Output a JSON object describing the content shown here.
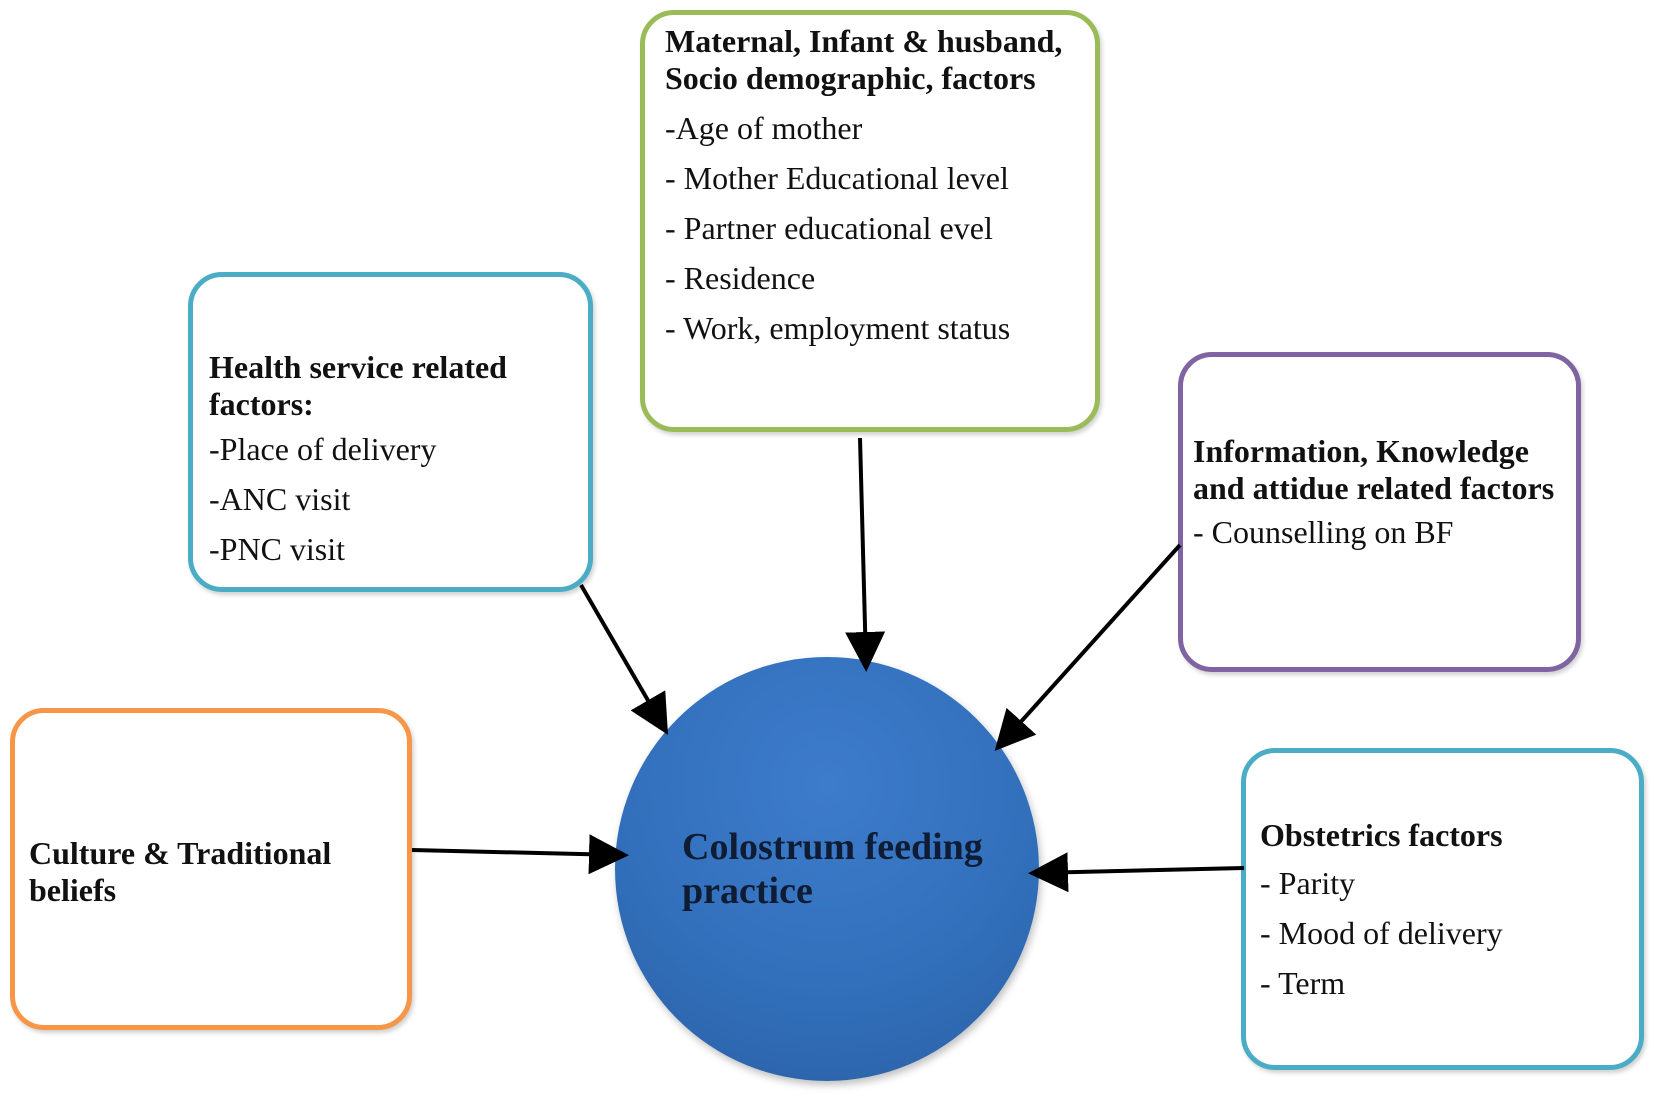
{
  "center": {
    "label": "Colostrum feeding practice",
    "color": "#3270bc"
  },
  "boxes": {
    "maternal": {
      "title": "Maternal, Infant & husband, Socio demographic, factors",
      "items": [
        "-Age of mother",
        "- Mother Educational level",
        "- Partner educational evel",
        "- Residence",
        "- Work, employment status"
      ],
      "border_color": "#9bbb59"
    },
    "health": {
      "title": "Health service related factors:",
      "items": [
        "-Place of delivery",
        "-ANC visit",
        "-PNC visit"
      ],
      "border_color": "#4bacc6"
    },
    "info": {
      "title": "Information, Knowledge and attidue related factors",
      "items": [
        "- Counselling on BF"
      ],
      "border_color": "#8064a2"
    },
    "culture": {
      "title": "Culture & Traditional beliefs",
      "border_color": "#f79646"
    },
    "obstetrics": {
      "title": "Obstetrics factors",
      "items": [
        "- Parity",
        "- Mood of delivery",
        "- Term"
      ],
      "border_color": "#4bacc6"
    }
  },
  "arrow_color": "#000000"
}
